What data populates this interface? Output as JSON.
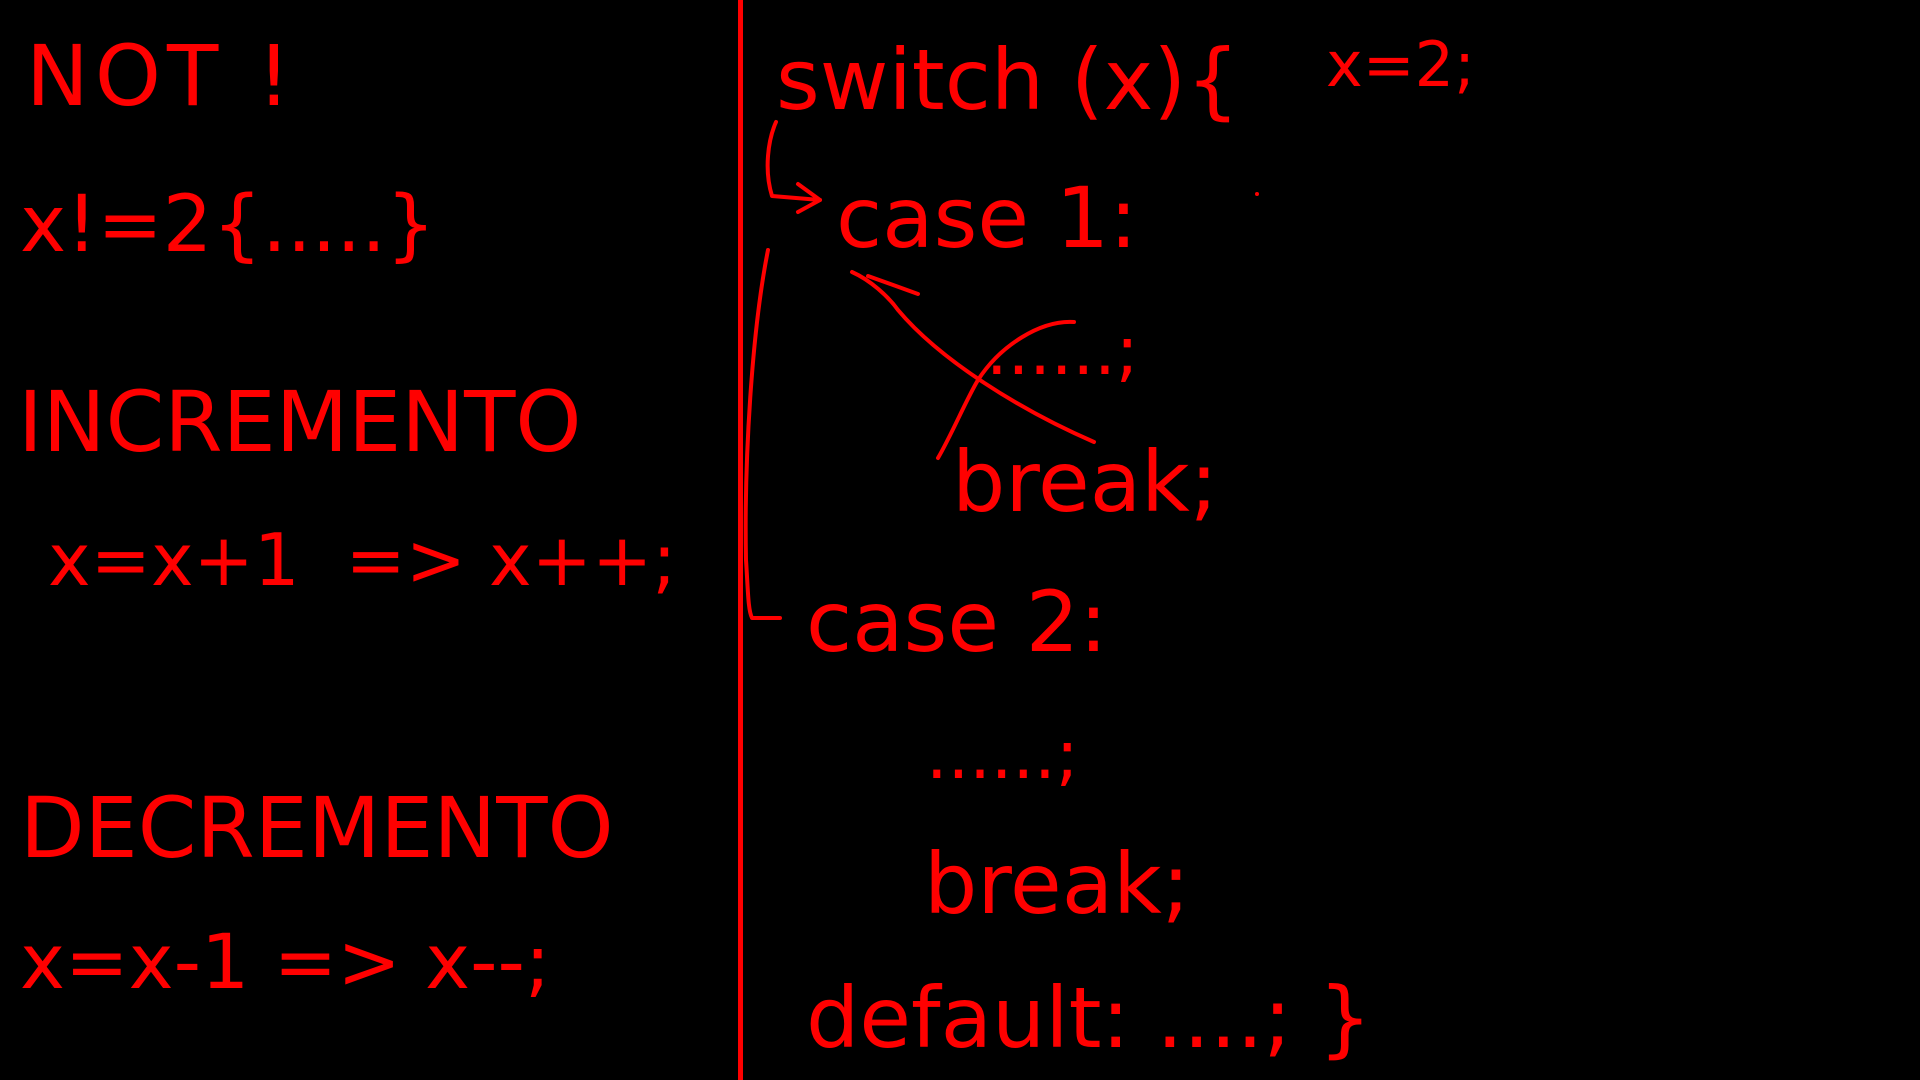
{
  "board": {
    "ink_color": "#ff0000",
    "background_color": "#000000",
    "left_panel": {
      "not_heading": "NOT !",
      "not_example": "x!=2{.....}",
      "increment_heading": "INCREMENTO",
      "increment_example": "x=x+1  => x++;",
      "decrement_heading": "DECREMENTO",
      "decrement_example": "x=x-1 => x--;"
    },
    "right_panel": {
      "switch_open": "switch (x){",
      "assignment_note": "x=2;",
      "case1_label": "case 1:",
      "case1_body": "......;",
      "case1_break": "break;",
      "case2_label": "case 2:",
      "case2_body": "......;",
      "case2_break": "break;",
      "default_line": "default: ....; }"
    }
  }
}
